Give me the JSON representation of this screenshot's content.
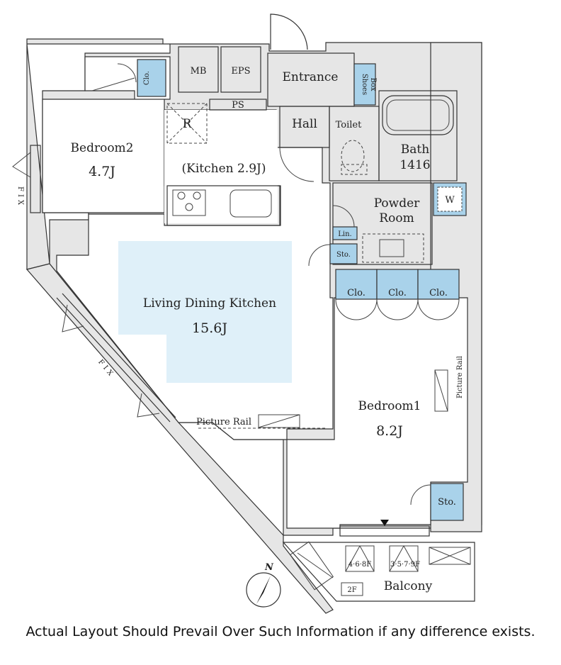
{
  "rooms": {
    "bedroom2": {
      "name": "Bedroom2",
      "size": "4.7J"
    },
    "kitchen": {
      "label": "(Kitchen 2.9J)"
    },
    "ldk": {
      "name": "Living Dining Kitchen",
      "size": "15.6J"
    },
    "bedroom1": {
      "name": "Bedroom1",
      "size": "8.2J"
    },
    "entrance": {
      "name": "Entrance"
    },
    "hall": {
      "name": "Hall"
    },
    "toilet": {
      "name": "Toilet"
    },
    "bath": {
      "name": "Bath",
      "size": "1416"
    },
    "powder_room": {
      "line1": "Powder",
      "line2": "Room"
    },
    "balcony": {
      "name": "Balcony"
    }
  },
  "fixtures": {
    "mb": "MB",
    "eps": "EPS",
    "ps": "PS",
    "refrigerator": "R",
    "shoes_box_line1": "Shoes",
    "shoes_box_line2": "Box",
    "closet_bedroom2": "Clo.",
    "linen": "Lin.",
    "storage_powder": "Sto.",
    "closet_1": "Clo.",
    "closet_2": "Clo.",
    "closet_3": "Clo.",
    "storage_bedroom1": "Sto.",
    "washer": "W",
    "picture_rail_ldk": "Picture Rail",
    "picture_rail_bed1": "Picture Rail",
    "fix_left": "FIX",
    "fix_diagonal": "FIX",
    "ladder_a": "4·6·8F",
    "ladder_b": "3·5·7·9F",
    "floor_2f": "2F",
    "north": "N"
  },
  "disclaimer": "Actual Layout Should Prevail Over Such Information if any difference exists.",
  "colors": {
    "closet": "#a9d2ea",
    "ldk_highlight": "#dff0f9",
    "wall": "#e6e6e6"
  }
}
